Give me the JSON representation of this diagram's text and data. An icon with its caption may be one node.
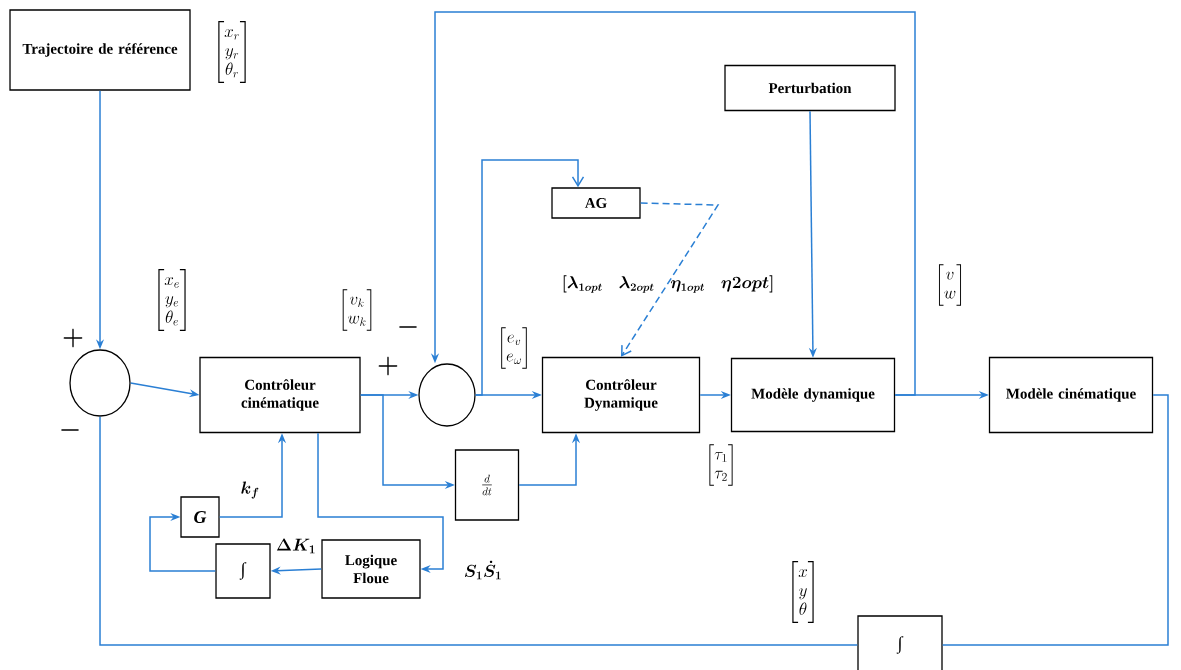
{
  "diagram": {
    "nodes": [
      {
        "text": [
          "Trajectoire de référence"
        ]
      },
      {
        "text": [],
        "shape": "circle"
      },
      {
        "text": [
          "Contrôleur cinématique"
        ]
      },
      {
        "text": [],
        "shape": "circle"
      },
      {
        "text": [
          "AG"
        ]
      },
      {
        "text": [
          "Perturbation"
        ]
      },
      {
        "text": [
          "Contrôleur Dynamique"
        ]
      },
      {
        "text": [
          "Modèle dynamique"
        ]
      },
      {
        "text": [
          "Modèle cinématique"
        ]
      },
      {
        "text": [
          "\\frac{d}{dt}"
        ]
      },
      {
        "text": [
          "G"
        ]
      },
      {
        "text": [
          "∫"
        ]
      },
      {
        "text": [
          "Logique Floue"
        ]
      },
      {
        "text": [
          "∫"
        ]
      }
    ],
    "edges": [
      {
        "from": 0,
        "to": 1,
        "arrow": "to"
      },
      {
        "from": 1,
        "to": 2,
        "arrow": "to"
      },
      {
        "from": 2,
        "to": 3,
        "arrow": "to"
      },
      {
        "from": 3,
        "to": 6,
        "arrow": "to"
      },
      {
        "from": 6,
        "to": 7,
        "arrow": "to"
      },
      {
        "from": 7,
        "to": 8,
        "arrow": "to"
      },
      {
        "from": 5,
        "to": 7,
        "arrow": "to"
      },
      {
        "from": 8,
        "to": 13,
        "arrow": "none"
      },
      {
        "from": 13,
        "to": 1,
        "arrow": "none"
      },
      {
        "from": 7,
        "to": 3,
        "arrow": "to"
      },
      {
        "from": 3,
        "to": 4,
        "arrow": "to"
      },
      {
        "from": 4,
        "to": 6,
        "arrow": "to",
        "style": "dashed"
      },
      {
        "from": 2,
        "to": 9,
        "arrow": "to"
      },
      {
        "from": 9,
        "to": 6,
        "arrow": "to"
      },
      {
        "from": 2,
        "to": 12,
        "arrow": "to",
        "label": "S_1\\dot{S}_1"
      },
      {
        "from": 12,
        "to": 11,
        "arrow": "to",
        "label": "\\Delta K_1"
      },
      {
        "from": 11,
        "to": 10,
        "arrow": "to"
      },
      {
        "from": 10,
        "to": 2,
        "arrow": "to",
        "label": "k_f"
      }
    ],
    "labels": [
      "\\begin{bmatrix}x_r\\\\y_r\\\\\\theta_r\\end{bmatrix}",
      "+",
      "-",
      "\\begin{bmatrix}x_e\\\\y_e\\\\\\theta_e\\end{bmatrix}",
      "\\begin{bmatrix}v_k\\\\w_k\\end{bmatrix}",
      "-",
      "+",
      "\\begin{bmatrix}e_v\\\\e_\\omega\\end{bmatrix}",
      "[\\lambda_{1opt}\\quad\\lambda_{2opt}\\quad\\eta_{1opt}\\quad\\eta 2opt]",
      "\\begin{bmatrix}v\\\\w\\end{bmatrix}",
      "\\begin{bmatrix}\\tau_1\\\\\\tau_2\\end{bmatrix}",
      "\\begin{bmatrix}x\\\\y\\\\\\theta\\end{bmatrix}"
    ]
  }
}
